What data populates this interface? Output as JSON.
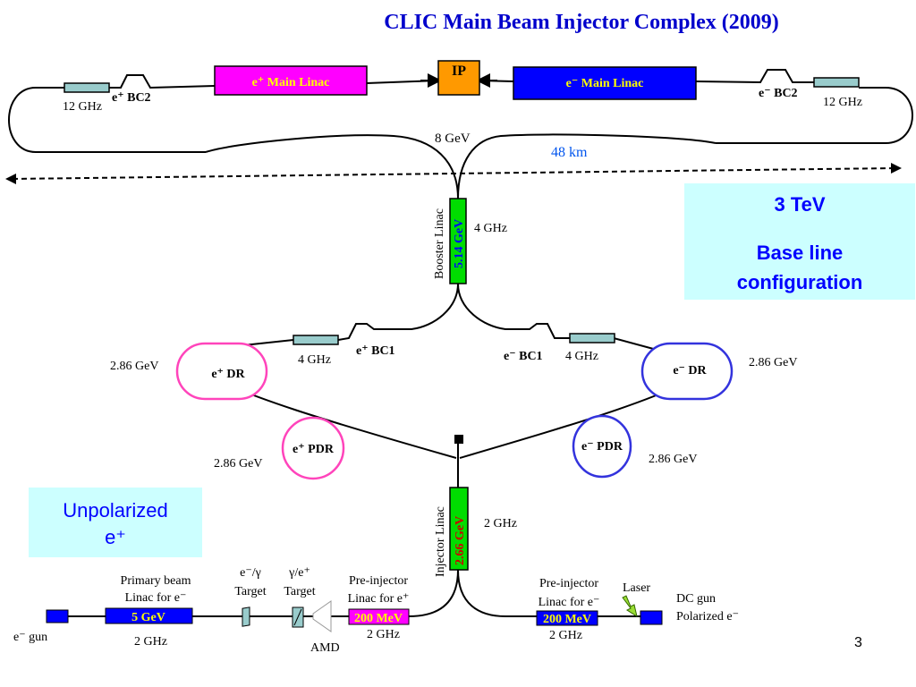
{
  "title": "CLIC Main Beam Injector Complex (2009)",
  "ip": "IP",
  "e_plus_main_linac": "e⁺ Main Linac",
  "e_minus_main_linac": "e⁻ Main Linac",
  "e_plus_bc2": "e⁺ BC2",
  "e_minus_bc2": "e⁻ BC2",
  "ghz12": "12 GHz",
  "gev8": "8 GeV",
  "km48": "48 km",
  "booster_linac": "Booster Linac",
  "booster_energy": "5.14 GeV",
  "ghz4": "4 GHz",
  "ghz4_spaced": "4  GHz",
  "tev_box": {
    "line1": "3 TeV",
    "line2": "Base line",
    "line3": "configuration"
  },
  "e_plus_bc1": "e⁺ BC1",
  "e_minus_bc1": "e⁻ BC1",
  "gev286": "2.86 GeV",
  "e_plus_dr": "e⁺ DR",
  "e_minus_dr": "e⁻ DR",
  "e_plus_pdr": "e⁺ PDR",
  "e_minus_pdr": "e⁻ PDR",
  "unpol_box": {
    "line1": "Unpolarized",
    "line2": "e⁺"
  },
  "injector_linac": "Injector Linac",
  "injector_energy": "2.66 GeV",
  "ghz2": "2 GHz",
  "primary_beam": {
    "line1": "Primary beam",
    "line2": "Linac for e⁻"
  },
  "gev5": "5 GeV",
  "e_gun": "e⁻  gun",
  "eg_target": {
    "line1": "e⁻/γ",
    "line2": "Target"
  },
  "ge_target": {
    "line1": "γ/e⁺",
    "line2": "Target"
  },
  "amd": "AMD",
  "pre_injector_plus": {
    "line1": "Pre-injector",
    "line2": "Linac for e⁺"
  },
  "pre_injector_minus": {
    "line1": "Pre-injector",
    "line2": "Linac for e⁻"
  },
  "mev200": "200 MeV",
  "laser": "Laser",
  "dc_gun": {
    "line1": "DC gun",
    "line2": "Polarized e⁻"
  },
  "page_number": "3",
  "colors": {
    "title": "#0000cc",
    "magenta_linac": "#ff00ff",
    "blue_linac": "#0000ff",
    "ip_orange": "#ff9900",
    "booster_green": "#00dd00",
    "info_box": "#ccffff",
    "dr_plus": "#ff44bb",
    "dr_minus": "#3333dd",
    "km_blue": "#0055ee"
  }
}
